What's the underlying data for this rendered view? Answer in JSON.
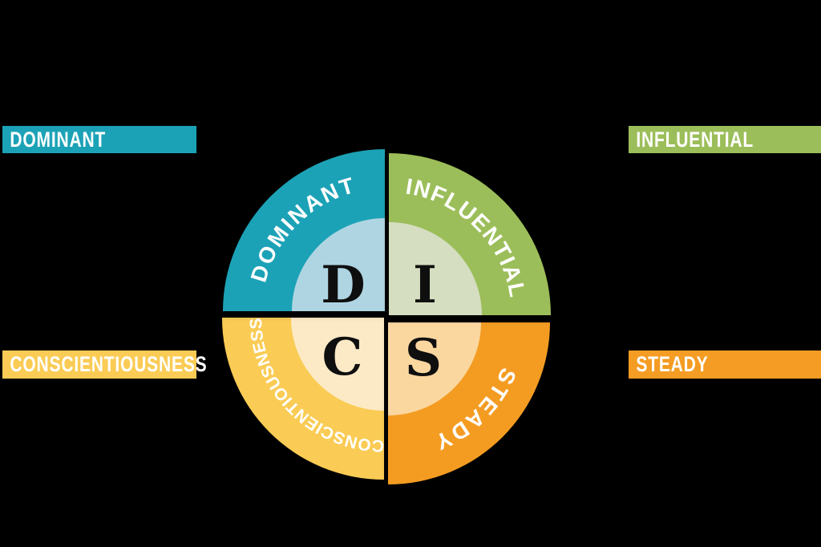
{
  "canvas": {
    "background": "#000000"
  },
  "side_labels": [
    {
      "key": "dominant",
      "label": "DOMINANT",
      "color": "#1CA2B6",
      "position": "top-left"
    },
    {
      "key": "influential",
      "label": "INFLUENTIAL",
      "color": "#9CBE5A",
      "position": "top-right"
    },
    {
      "key": "conscientiousness",
      "label": "CONSCIENTIOUSNESS",
      "color": "#FACC55",
      "position": "bottom-left"
    },
    {
      "key": "steady",
      "label": "STEADY",
      "color": "#F49C23",
      "position": "bottom-right"
    }
  ],
  "wheel": {
    "arc_text_color": "#FFFFFF",
    "letter_color": "#0F0F0F",
    "segments": [
      {
        "key": "dominant",
        "letter": "D",
        "arc_label": "DOMINANT",
        "quadrant": "top-left",
        "color": "#1CA2B6",
        "inner_color": "#AFD5E2"
      },
      {
        "key": "influential",
        "letter": "I",
        "arc_label": "INFLUENTIAL",
        "quadrant": "top-right",
        "color": "#9CBE5A",
        "inner_color": "#D5DEC0"
      },
      {
        "key": "steady",
        "letter": "S",
        "arc_label": "STEADY",
        "quadrant": "bottom-right",
        "color": "#F49C23",
        "inner_color": "#FBD7A0"
      },
      {
        "key": "conscientiousness",
        "letter": "C",
        "arc_label": "CONSCIENTIOUSNESS",
        "quadrant": "bottom-left",
        "color": "#FACC55",
        "inner_color": "#FCEAC6"
      }
    ]
  }
}
